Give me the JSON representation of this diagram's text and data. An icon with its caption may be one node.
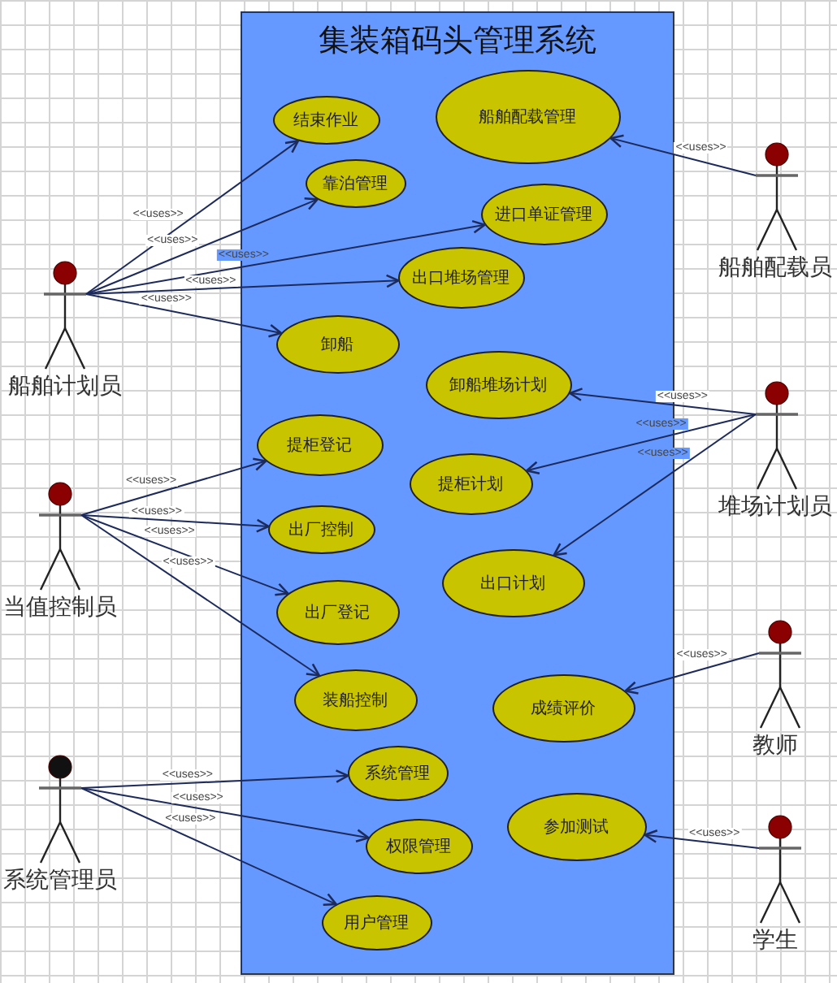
{
  "diagram": {
    "nodes": [
      {
        "text": [
          "集装箱码头管理系统"
        ]
      },
      {
        "text": [
          "船舶计划员"
        ]
      },
      {
        "text": [
          "当值控制员"
        ]
      },
      {
        "text": [
          "系统管理员"
        ]
      },
      {
        "text": [
          "船舶配载员"
        ]
      },
      {
        "text": [
          "堆场计划员"
        ]
      },
      {
        "text": [
          "教师"
        ]
      },
      {
        "text": [
          "学生"
        ]
      },
      {
        "text": [
          "结束作业"
        ],
        "in": 0
      },
      {
        "text": [
          "船舶配载管理"
        ],
        "in": 0
      },
      {
        "text": [
          "靠泊管理"
        ],
        "in": 0
      },
      {
        "text": [
          "进口单证管理"
        ],
        "in": 0
      },
      {
        "text": [
          "出口堆场管理"
        ],
        "in": 0
      },
      {
        "text": [
          "卸船"
        ],
        "in": 0
      },
      {
        "text": [
          "卸船堆场计划"
        ],
        "in": 0
      },
      {
        "text": [
          "提柜登记"
        ],
        "in": 0
      },
      {
        "text": [
          "提柜计划"
        ],
        "in": 0
      },
      {
        "text": [
          "出厂控制"
        ],
        "in": 0
      },
      {
        "text": [
          "出口计划"
        ],
        "in": 0
      },
      {
        "text": [
          "出厂登记"
        ],
        "in": 0
      },
      {
        "text": [
          "装船控制"
        ],
        "in": 0
      },
      {
        "text": [
          "成绩评价"
        ],
        "in": 0
      },
      {
        "text": [
          "系统管理"
        ],
        "in": 0
      },
      {
        "text": [
          "参加测试"
        ],
        "in": 0
      },
      {
        "text": [
          "权限管理"
        ],
        "in": 0
      },
      {
        "text": [
          "用户管理"
        ],
        "in": 0
      }
    ],
    "edges": [
      {
        "from": 1,
        "to": 8,
        "arrow": "to",
        "label": "<<uses>>"
      },
      {
        "from": 1,
        "to": 10,
        "arrow": "to",
        "label": "<<uses>>"
      },
      {
        "from": 1,
        "to": 11,
        "arrow": "to",
        "label": "<<uses>>"
      },
      {
        "from": 1,
        "to": 12,
        "arrow": "to",
        "label": "<<uses>>"
      },
      {
        "from": 1,
        "to": 13,
        "arrow": "to",
        "label": "<<uses>>"
      },
      {
        "from": 4,
        "to": 9,
        "arrow": "to",
        "label": "<<uses>>"
      },
      {
        "from": 5,
        "to": 14,
        "arrow": "to",
        "label": "<<uses>>"
      },
      {
        "from": 5,
        "to": 16,
        "arrow": "to",
        "label": "<<uses>>"
      },
      {
        "from": 5,
        "to": 18,
        "arrow": "to",
        "label": "<<uses>>"
      },
      {
        "from": 2,
        "to": 15,
        "arrow": "to",
        "label": "<<uses>>"
      },
      {
        "from": 2,
        "to": 17,
        "arrow": "to",
        "label": "<<uses>>"
      },
      {
        "from": 2,
        "to": 19,
        "arrow": "to",
        "label": "<<uses>>"
      },
      {
        "from": 2,
        "to": 20,
        "arrow": "to",
        "label": "<<uses>>"
      },
      {
        "from": 3,
        "to": 22,
        "arrow": "to",
        "label": "<<uses>>"
      },
      {
        "from": 3,
        "to": 24,
        "arrow": "to",
        "label": "<<uses>>"
      },
      {
        "from": 3,
        "to": 25,
        "arrow": "to",
        "label": "<<uses>>"
      },
      {
        "from": 6,
        "to": 21,
        "arrow": "to",
        "label": "<<uses>>"
      },
      {
        "from": 7,
        "to": 23,
        "arrow": "to",
        "label": "<<uses>>"
      }
    ]
  }
}
